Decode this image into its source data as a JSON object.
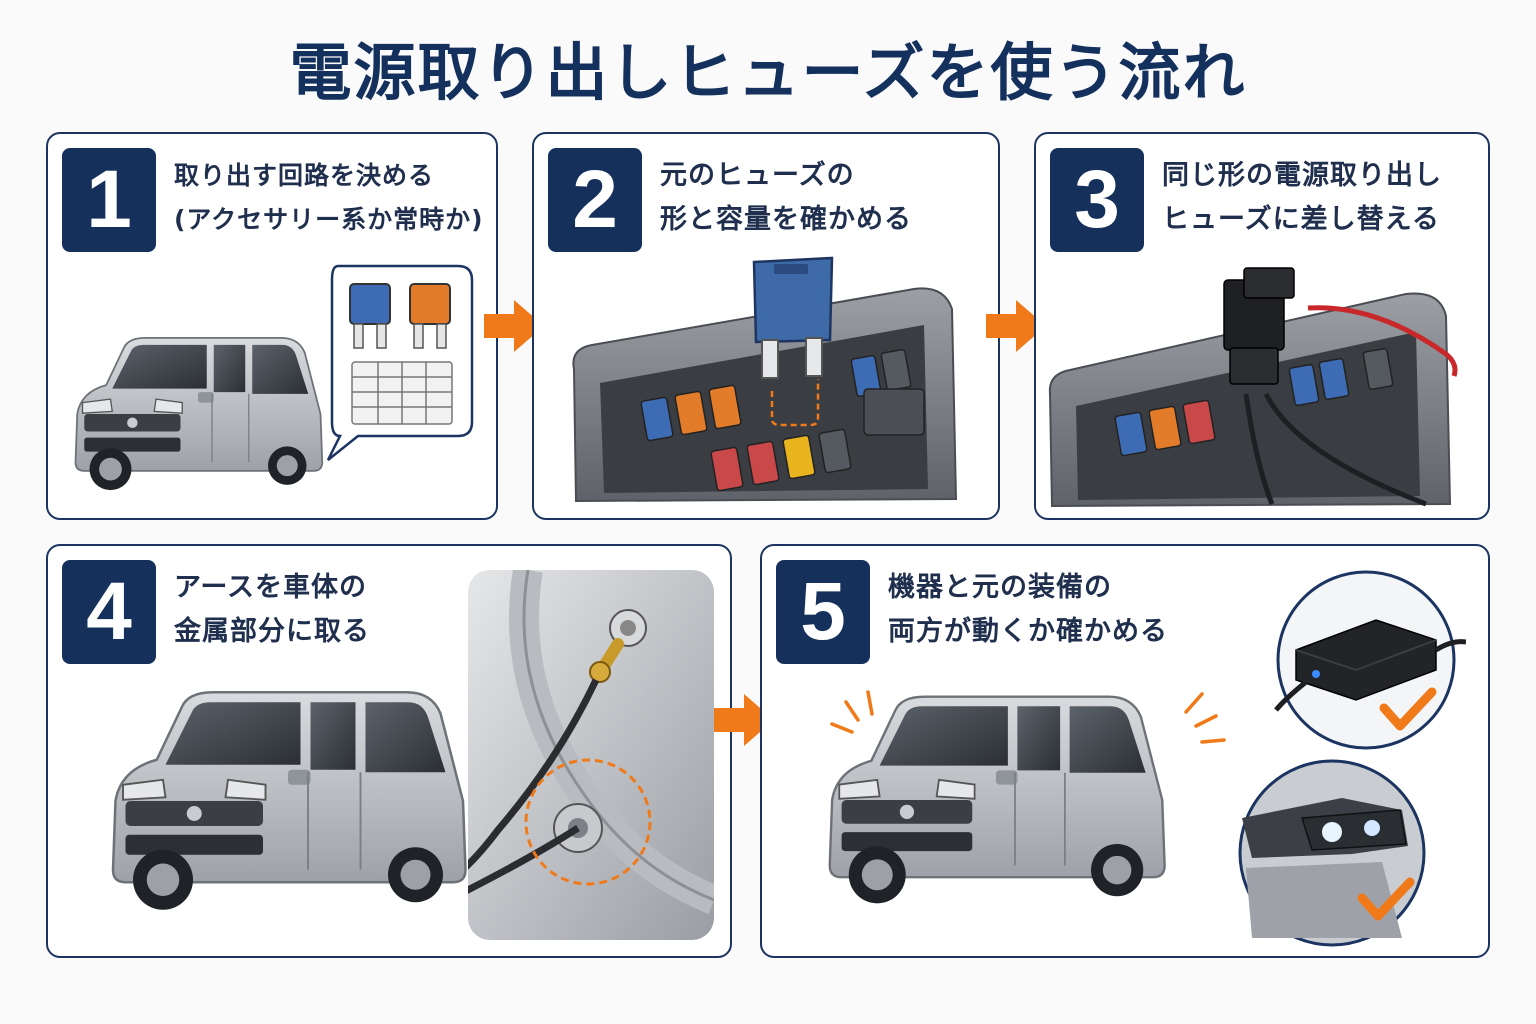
{
  "title": "電源取り出しヒューズを使う流れ",
  "steps": [
    {
      "number": "1",
      "line1": "取り出す回路を決める",
      "line2": "(アクセサリー系か常時か)"
    },
    {
      "number": "2",
      "line1": "元のヒューズの",
      "line2": "形と容量を確かめる"
    },
    {
      "number": "3",
      "line1": "同じ形の電源取り出し",
      "line2": "ヒューズに差し替える"
    },
    {
      "number": "4",
      "line1": "アースを車体の",
      "line2": "金属部分に取る"
    },
    {
      "number": "5",
      "line1": "機器と元の装備の",
      "line2": "両方が動くか確かめる"
    }
  ],
  "colors": {
    "navy": "#15305b",
    "accent_orange": "#f07a1a",
    "fuse_blue": "#3d6cb5",
    "fuse_orange": "#e27b2a",
    "fuse_red": "#c9484a",
    "fuse_yellow": "#e8b51f",
    "car_silver": "#b9bcc1",
    "check_orange": "#f07a1a"
  },
  "icons": [
    "car-illustration",
    "fuse-icon",
    "fuse-box",
    "tap-fuse",
    "ground-bolt",
    "dashcam-device",
    "headlight",
    "checkmark-icon",
    "arrow-right-icon"
  ]
}
